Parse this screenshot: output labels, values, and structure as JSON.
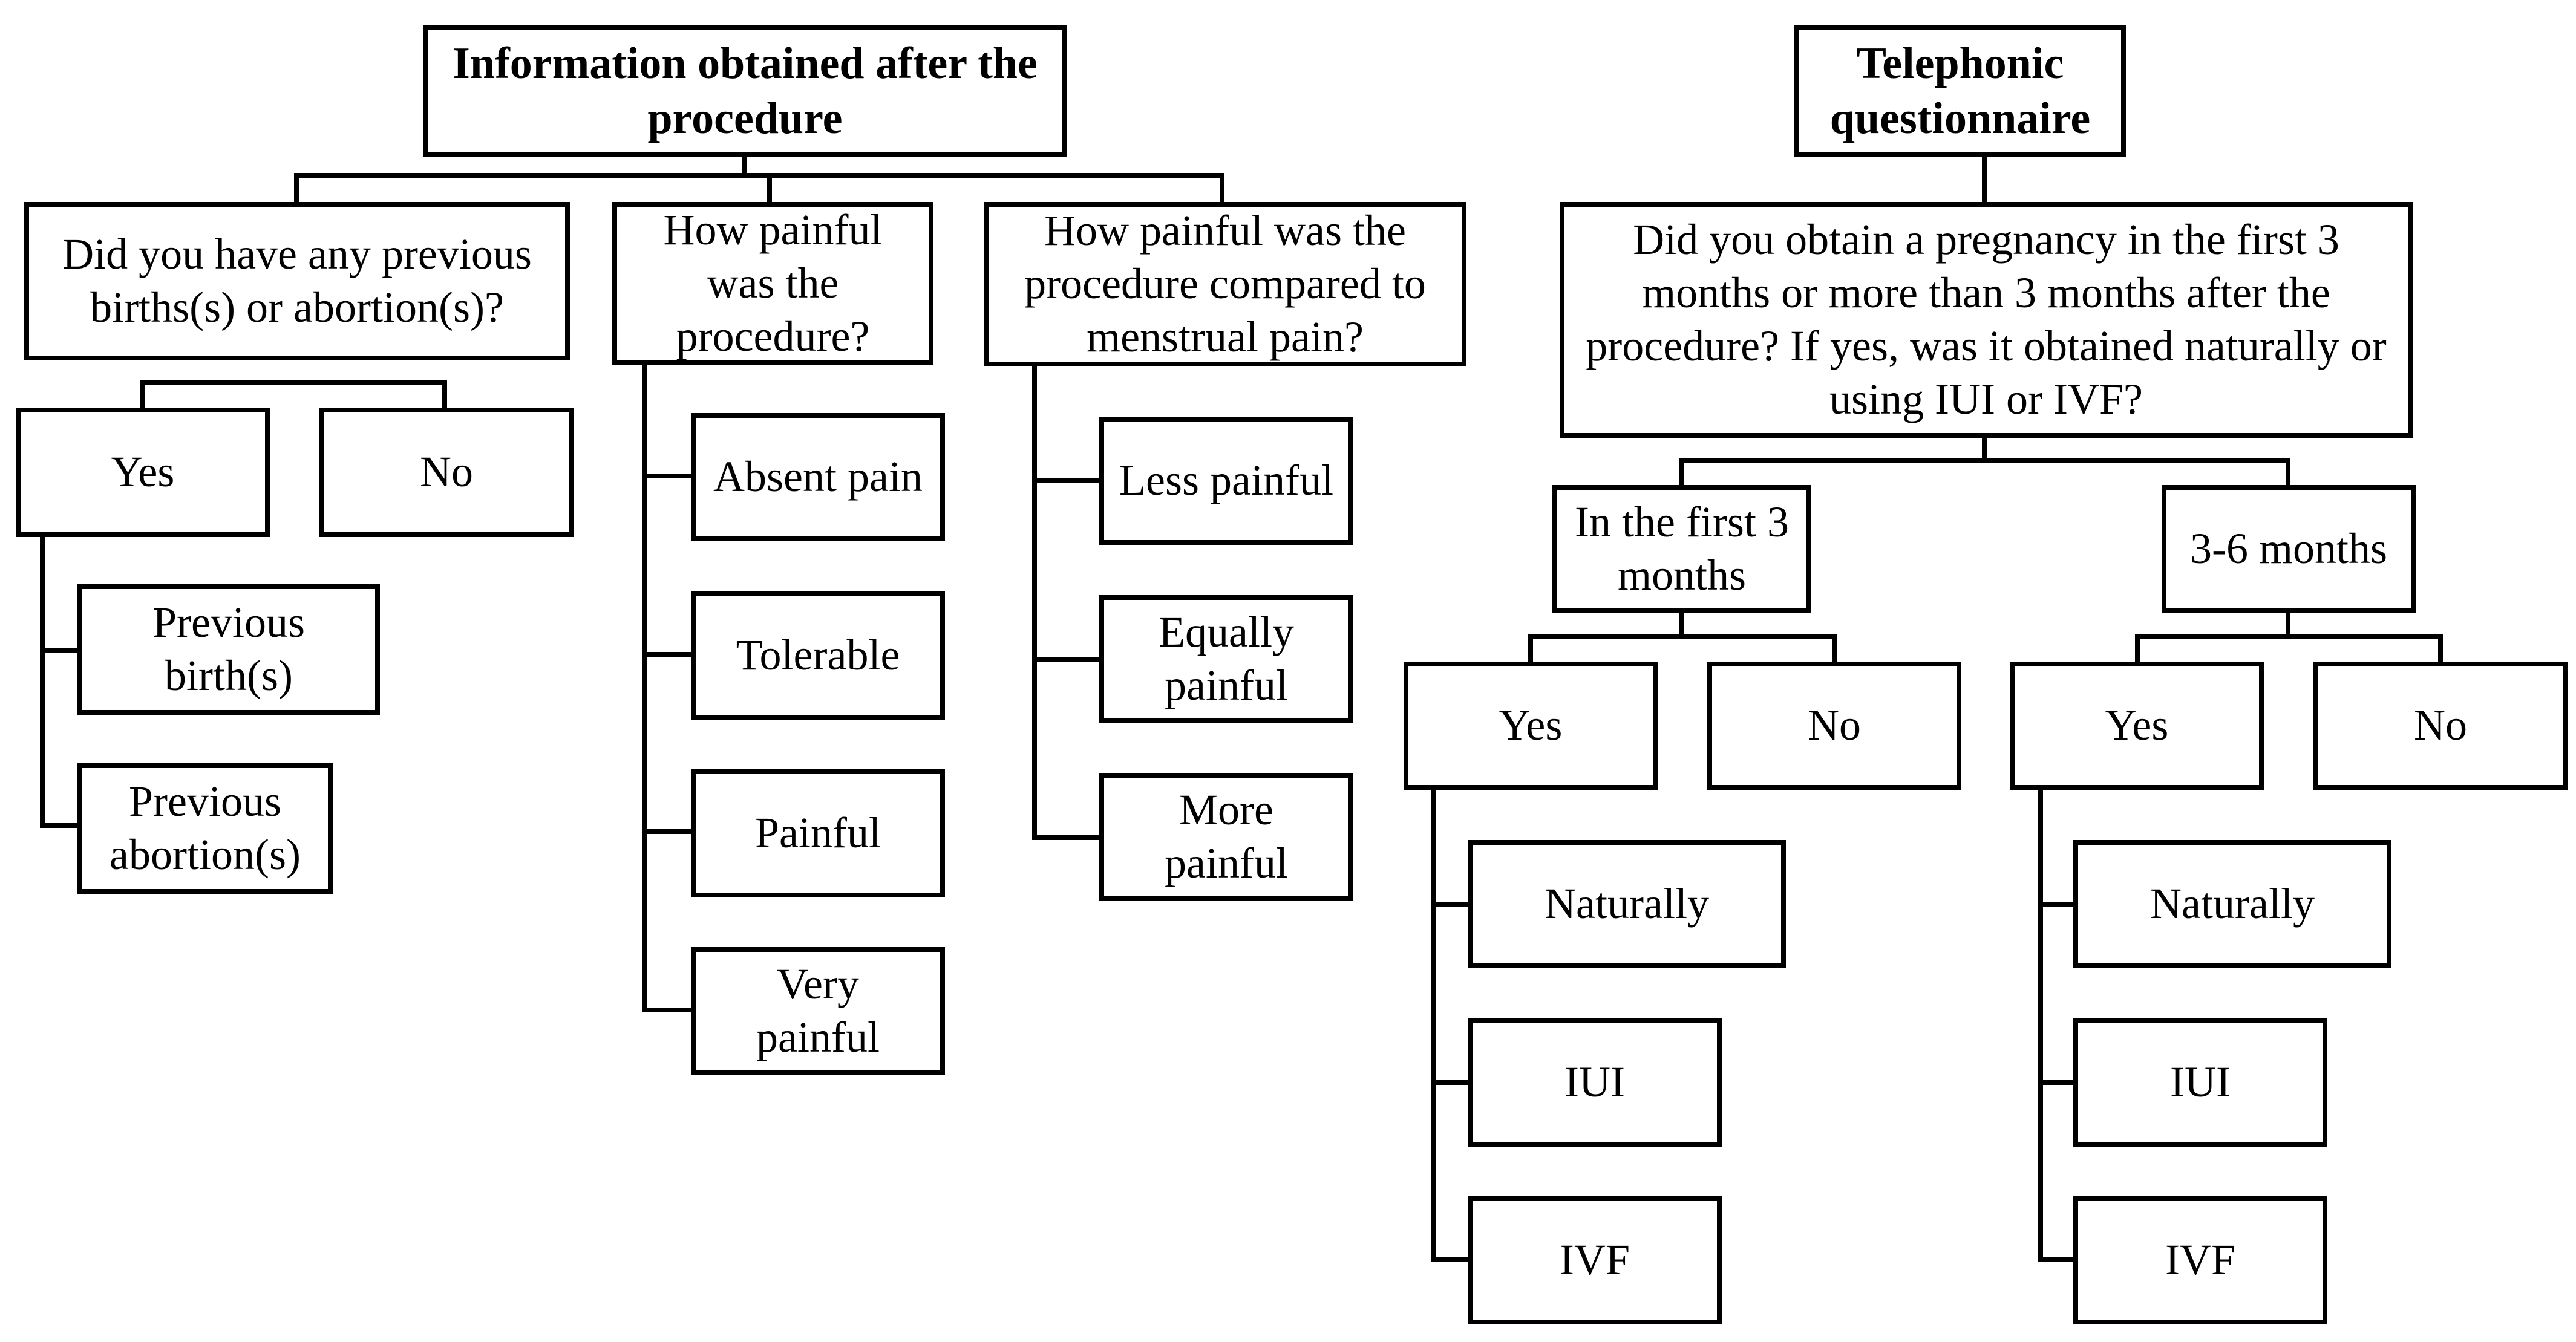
{
  "left_tree": {
    "root": "Information obtained after the procedure",
    "q_births": "Did you have any previous births(s) or abortion(s)?",
    "q_pain": "How painful was the procedure?",
    "q_menstrual": "How painful was the procedure compared to menstrual pain?",
    "births_yes": "Yes",
    "births_no": "No",
    "prev_birth": "Previous birth(s)",
    "prev_abortion": "Previous abortion(s)",
    "pain_absent": "Absent pain",
    "pain_tolerable": "Tolerable",
    "pain_painful": "Painful",
    "pain_very": "Very painful",
    "menstrual_less": "Less painful",
    "menstrual_equal": "Equally painful",
    "menstrual_more": "More painful"
  },
  "right_tree": {
    "root": "Telephonic questionnaire",
    "question": "Did you obtain a pregnancy in the first 3 months or more than 3 months after the procedure? If yes, was it obtained naturally or using IUI or IVF?",
    "first3": "In the first 3 months",
    "three_six": "3-6 months",
    "first3_yes": "Yes",
    "first3_no": "No",
    "three_six_yes": "Yes",
    "three_six_no": "No",
    "first3_naturally": "Naturally",
    "first3_iui": "IUI",
    "first3_ivf": "IVF",
    "three_six_naturally": "Naturally",
    "three_six_iui": "IUI",
    "three_six_ivf": "IVF"
  }
}
